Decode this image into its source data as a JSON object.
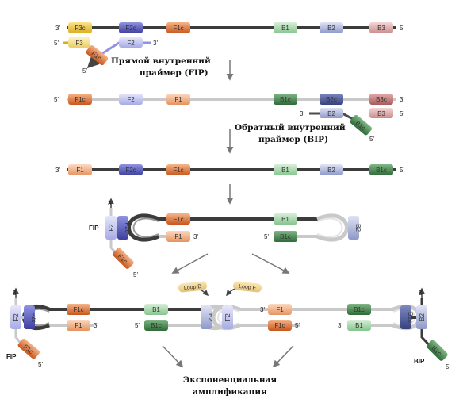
{
  "end_labels": {
    "five_prime": "5'",
    "three_prime": "3'"
  },
  "row1": {
    "top_strand": [
      "F3c",
      "F2c",
      "F1c",
      "B1",
      "B2",
      "B3"
    ],
    "f3_primer": "F3",
    "fip_primer": [
      "F1c",
      "F2"
    ],
    "caption": [
      "Прямой внутренний",
      "праймер (FIP)"
    ]
  },
  "row2": {
    "strand": [
      "F1c",
      "F2",
      "F1",
      "B1c",
      "B2c",
      "B3c"
    ],
    "b3_primer": "B3",
    "bip_primer": [
      "B2",
      "B1c"
    ],
    "caption": [
      "Обратный внутренний",
      "праймер (BIP)"
    ]
  },
  "row3": {
    "strand": [
      "F1",
      "F2c",
      "F1c",
      "B1",
      "B2",
      "B1c"
    ]
  },
  "dumbbell": {
    "fip_label": "FIP",
    "left_stem": [
      "F1c",
      "F1"
    ],
    "right_stem": [
      "B1",
      "B1c"
    ],
    "loop_left": "F2c",
    "loop_right": "B2",
    "tail": [
      "F2",
      "F1c"
    ]
  },
  "bottom_left": {
    "fip_label": "FIP",
    "loop_label": "Loop B",
    "left_stem": [
      "F1c",
      "F1"
    ],
    "right_stem": [
      "B1",
      "B1c"
    ],
    "loop_left": "F2c",
    "loop_right": "B2",
    "tail": [
      "F2",
      "F1c"
    ]
  },
  "bottom_right": {
    "bip_label": "BIP",
    "loop_label": "Loop F",
    "left_stem": [
      "F1",
      "F1c"
    ],
    "right_stem": [
      "B1c",
      "B1"
    ],
    "loop_left": "F2",
    "loop_right": "B2c",
    "tail": [
      "B2",
      "B1c"
    ]
  },
  "caption_bottom": [
    "Экспоненциальная",
    "амплификация"
  ],
  "colors": {
    "F3": "#e6c23a",
    "F2": "#7b7fd0",
    "F1": "#d9743a",
    "B1": "#7fbf86",
    "B2": "#8b98c8",
    "B3": "#d69a9a",
    "B1c_dark": "#3f7a48",
    "B2c_dark": "#4b5794",
    "strand_dark": "#444444",
    "strand_light": "#c9c9c9",
    "arrow": "#777777"
  }
}
